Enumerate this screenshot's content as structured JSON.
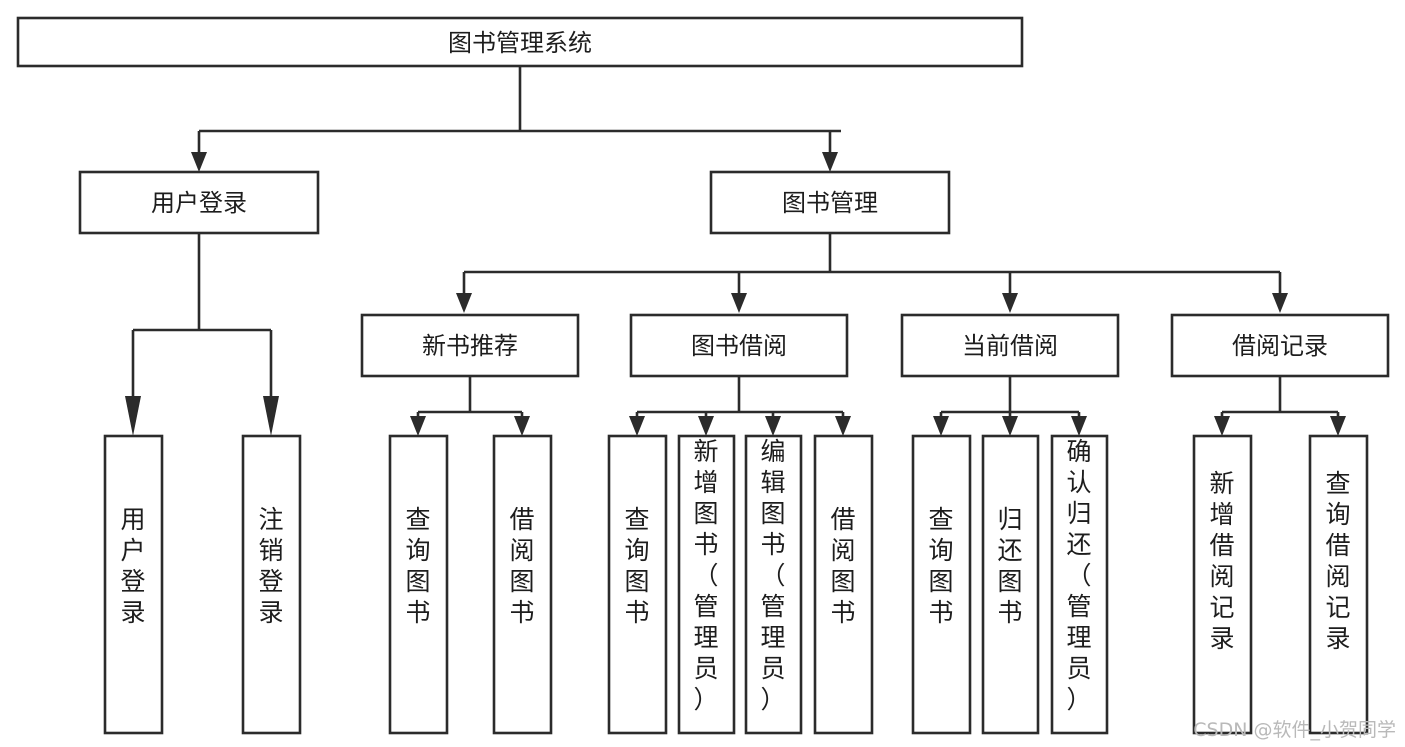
{
  "diagram": {
    "kind": "tree-hierarchy-chart",
    "title_text": "图书管理系统",
    "root": {
      "id": "root",
      "label": "图书管理系统",
      "orientation": "horizontal"
    },
    "level2": [
      {
        "id": "user-login",
        "label": "用户登录",
        "orientation": "horizontal"
      },
      {
        "id": "book-management",
        "label": "图书管理",
        "orientation": "horizontal"
      }
    ],
    "level3": [
      {
        "id": "new-book-recommend",
        "label": "新书推荐",
        "orientation": "horizontal",
        "parent": "book-management"
      },
      {
        "id": "book-borrow",
        "label": "图书借阅",
        "orientation": "horizontal",
        "parent": "book-management"
      },
      {
        "id": "current-borrow",
        "label": "当前借阅",
        "orientation": "horizontal",
        "parent": "book-management"
      },
      {
        "id": "borrow-record",
        "label": "借阅记录",
        "orientation": "horizontal",
        "parent": "book-management"
      }
    ],
    "leaves": [
      {
        "id": "leaf-user-login",
        "label": "用户登录",
        "orientation": "vertical",
        "parent": "user-login"
      },
      {
        "id": "leaf-logout",
        "label": "注销登录",
        "orientation": "vertical",
        "parent": "user-login"
      },
      {
        "id": "leaf-query-book-1",
        "label": "查询图书",
        "orientation": "vertical",
        "parent": "new-book-recommend"
      },
      {
        "id": "leaf-borrow-book-1",
        "label": "借阅图书",
        "orientation": "vertical",
        "parent": "new-book-recommend"
      },
      {
        "id": "leaf-query-book-2",
        "label": "查询图书",
        "orientation": "vertical",
        "parent": "book-borrow"
      },
      {
        "id": "leaf-add-book",
        "label": "新增图书（管理员）",
        "orientation": "vertical",
        "parent": "book-borrow"
      },
      {
        "id": "leaf-edit-book",
        "label": "编辑图书（管理员）",
        "orientation": "vertical",
        "parent": "book-borrow"
      },
      {
        "id": "leaf-borrow-book-2",
        "label": "借阅图书",
        "orientation": "vertical",
        "parent": "book-borrow"
      },
      {
        "id": "leaf-query-book-3",
        "label": "查询图书",
        "orientation": "vertical",
        "parent": "current-borrow"
      },
      {
        "id": "leaf-return-book",
        "label": "归还图书",
        "orientation": "vertical",
        "parent": "current-borrow"
      },
      {
        "id": "leaf-confirm-return",
        "label": "确认归还（管理员）",
        "orientation": "vertical",
        "parent": "current-borrow"
      },
      {
        "id": "leaf-add-record",
        "label": "新增借阅记录",
        "orientation": "vertical",
        "parent": "borrow-record"
      },
      {
        "id": "leaf-query-record",
        "label": "查询借阅记录",
        "orientation": "vertical",
        "parent": "borrow-record"
      }
    ],
    "colors": {
      "box_stroke": "#2b2b2b",
      "box_fill": "#ffffff",
      "text": "#1d1d1d",
      "background": "#ffffff",
      "watermark": "#b9b9b9"
    }
  },
  "watermark": {
    "label": "CSDN @软件_小贺同学"
  }
}
